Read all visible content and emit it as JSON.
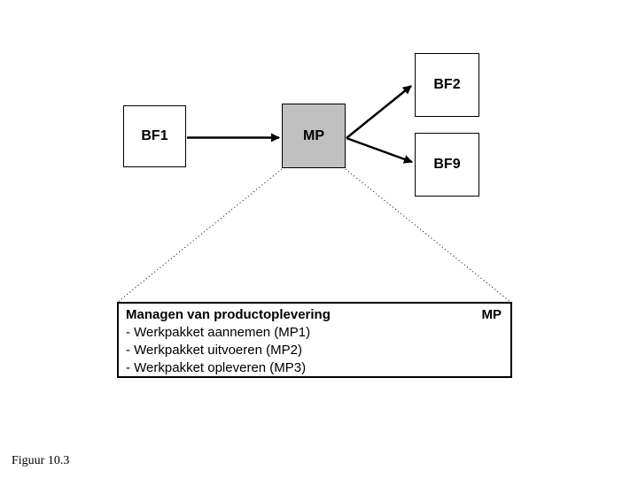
{
  "diagram": {
    "nodes": {
      "bf1": {
        "label": "BF1"
      },
      "mp": {
        "label": "MP"
      },
      "bf2": {
        "label": "BF2"
      },
      "bf9": {
        "label": "BF9"
      }
    },
    "detail": {
      "title": "Managen van productoplevering",
      "code": "MP",
      "items": [
        "- Werkpakket aannemen (MP1)",
        "- Werkpakket uitvoeren (MP2)",
        "- Werkpakket opleveren (MP3)"
      ]
    },
    "caption": "Figuur 10.3",
    "colors": {
      "background": "#ffffff",
      "line": "#000000",
      "node_fill": "#ffffff",
      "mp_node_fill": "#c0c0c0"
    }
  }
}
